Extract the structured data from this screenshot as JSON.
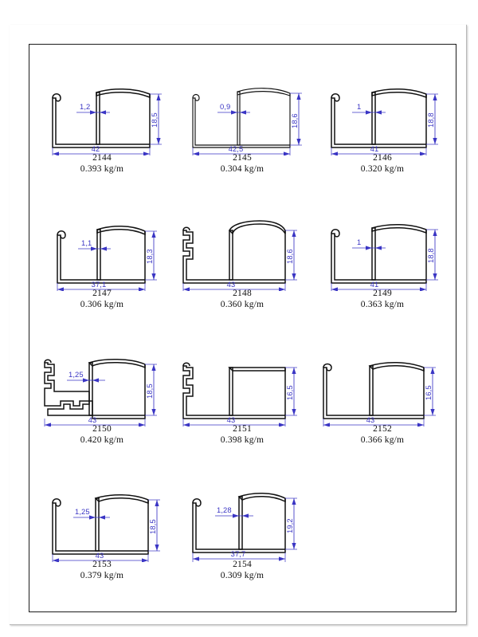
{
  "page": {
    "title": "Aluminium profile cross-section catalogue sheet",
    "weight_unit": "kg/m"
  },
  "profiles": [
    {
      "code": "2144",
      "weight": "0.393 kg/m",
      "shape": "hook-arched-cap",
      "dims": {
        "thickness": "1,2",
        "height": "18,5",
        "width": "42"
      }
    },
    {
      "code": "2145",
      "weight": "0.304 kg/m",
      "shape": "hook-arched-cap",
      "dims": {
        "thickness": "0,9",
        "height": "18,6",
        "width": "42,5"
      }
    },
    {
      "code": "2146",
      "weight": "0.320 kg/m",
      "shape": "hook-arched-cap",
      "dims": {
        "thickness": "1",
        "height": "18,8",
        "width": "41"
      }
    },
    {
      "code": "2147",
      "weight": "0.306 kg/m",
      "shape": "hook-arched-cap",
      "dims": {
        "thickness": "1,1",
        "height": "18,3",
        "width": "37,1"
      }
    },
    {
      "code": "2148",
      "weight": "0.360 kg/m",
      "shape": "stepped-arched-cap",
      "dims": {
        "thickness": "",
        "height": "18,6",
        "width": "43"
      }
    },
    {
      "code": "2149",
      "weight": "0.363 kg/m",
      "shape": "hook-arched-cap",
      "dims": {
        "thickness": "1",
        "height": "18,8",
        "width": "41"
      }
    },
    {
      "code": "2150",
      "weight": "0.420 kg/m",
      "shape": "stepped-tslot-arched-cap",
      "dims": {
        "thickness": "1,25",
        "height": "18,5",
        "width": "43"
      }
    },
    {
      "code": "2151",
      "weight": "0.398 kg/m",
      "shape": "stepped-flat-cap",
      "dims": {
        "thickness": "",
        "height": "16,5",
        "width": "43"
      }
    },
    {
      "code": "2152",
      "weight": "0.366 kg/m",
      "shape": "hook-arched-cap",
      "dims": {
        "thickness": "",
        "height": "16,5",
        "width": "43"
      }
    },
    {
      "code": "2153",
      "weight": "0.379 kg/m",
      "shape": "hook-arched-cap",
      "dims": {
        "thickness": "1,25",
        "height": "18,5",
        "width": "43"
      }
    },
    {
      "code": "2154",
      "weight": "0.309 kg/m",
      "shape": "hook-arched-cap",
      "dims": {
        "thickness": "1,28",
        "height": "19,2",
        "width": "37,7"
      }
    }
  ],
  "colors": {
    "dimension": "#3a35c4",
    "outline": "#111111",
    "frame": "#1c1c1c",
    "paper": "#ffffff"
  }
}
